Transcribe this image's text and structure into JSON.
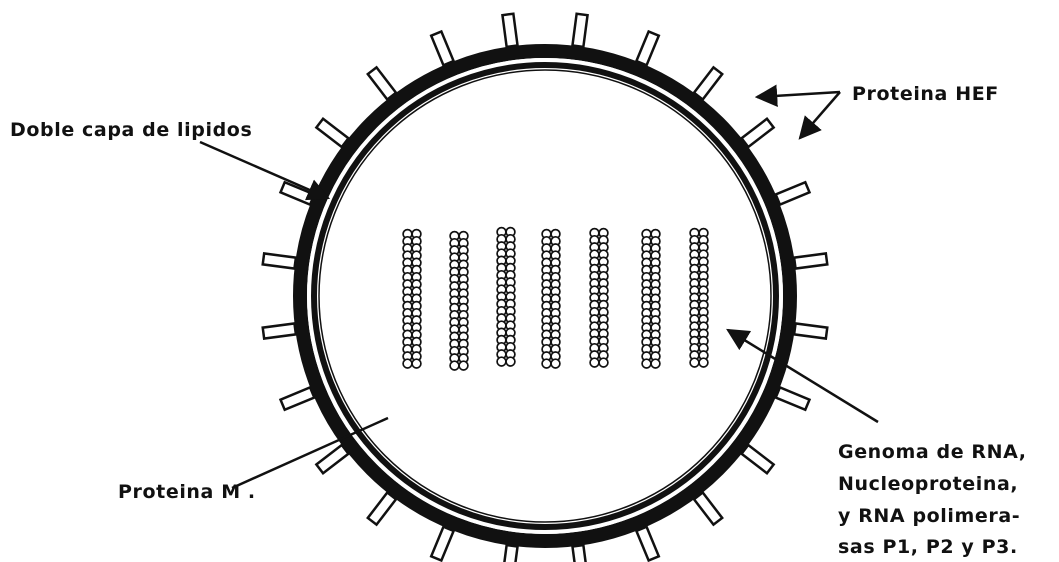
{
  "diagram": {
    "labels": {
      "hef": "Proteina HEF",
      "lipid": "Doble capa de lipidos",
      "m_protein": "Proteina M .",
      "genome_line1": "Genoma de RNA,",
      "genome_line2": "Nucleoproteina,",
      "genome_line3": "y RNA polimera-",
      "genome_line4": "sas P1, P2 y P3."
    },
    "structure": {
      "spike_count": 24,
      "genome_segment_count": 7
    },
    "colors": {
      "ink": "#111111",
      "background": "#ffffff"
    }
  }
}
